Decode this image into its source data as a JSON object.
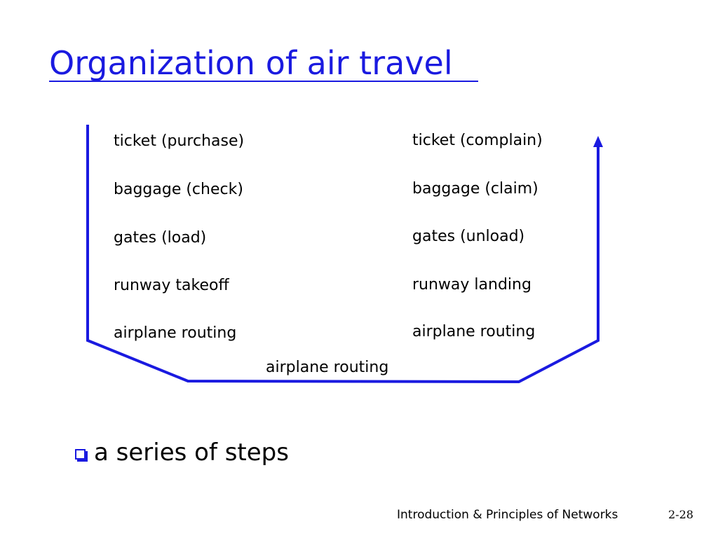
{
  "title": "Organization of air travel",
  "accent_color": "#1a1ae0",
  "left_column": [
    "ticket (purchase)",
    "baggage (check)",
    "gates (load)",
    "runway takeoff",
    "airplane routing"
  ],
  "right_column": [
    "ticket (complain)",
    "baggage (claim)",
    "gates (unload)",
    "runway landing",
    "airplane routing"
  ],
  "bottom_label": "airplane routing",
  "bullets": [
    "a series of steps"
  ],
  "footer": {
    "course": "Introduction & Principles of Networks",
    "page": "2-28"
  }
}
